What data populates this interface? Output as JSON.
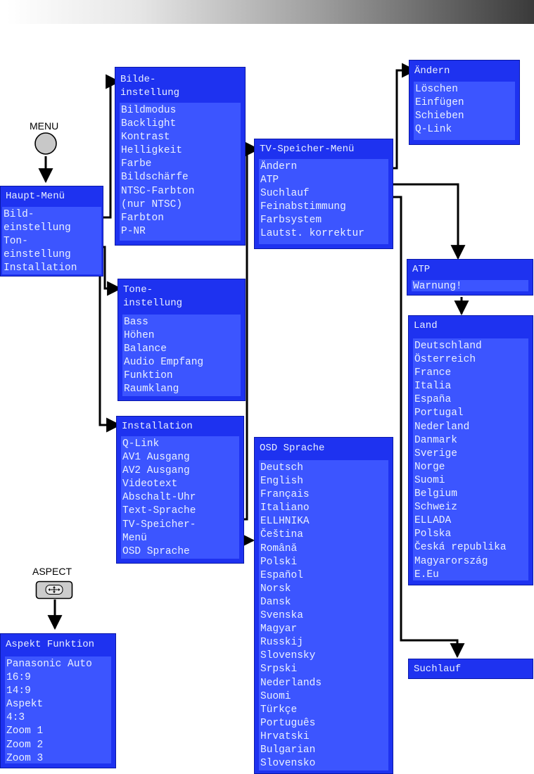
{
  "buttons": {
    "menu_label": "MENU",
    "aspect_label": "ASPECT"
  },
  "haupt": {
    "title": "Haupt-Menü",
    "items": [
      "Bild-",
      "einstellung",
      "Ton-",
      "einstellung",
      "Installation"
    ]
  },
  "bild": {
    "title": "Bilde-\ninstellung",
    "items": [
      "Bildmodus",
      "Backlight",
      "Kontrast",
      "Helligkeit",
      "Farbe",
      "Bildschärfe",
      "NTSC-Farbton",
      "(nur NTSC)",
      "Farbton",
      "P-NR"
    ]
  },
  "ton": {
    "title": "Tone-\ninstellung",
    "items": [
      "Bass",
      "Höhen",
      "Balance",
      "Audio Empfang",
      "Funktion",
      "Raumklang"
    ]
  },
  "installation": {
    "title": "Installation",
    "items": [
      "Q-Link",
      "AV1 Ausgang",
      "AV2 Ausgang",
      "Videotext",
      "Abschalt-Uhr",
      "Text-Sprache",
      "TV-Speicher-",
      "Menü",
      "OSD Sprache"
    ]
  },
  "aspekt": {
    "title": "Aspekt Funktion",
    "items": [
      "Panasonic Auto",
      "16:9",
      "14:9",
      "Aspekt",
      "4:3",
      "Zoom 1",
      "Zoom 2",
      "Zoom 3"
    ]
  },
  "tvspeicher": {
    "title": "TV-Speicher-Menü",
    "items": [
      "Ändern",
      "ATP",
      "Suchlauf",
      "Feinabstimmung",
      "Farbsystem",
      "Lautst. korrektur"
    ]
  },
  "andern": {
    "title": "Ändern",
    "items": [
      "Löschen",
      "Einfügen",
      "Schieben",
      "Q-Link"
    ]
  },
  "atp": {
    "title": "ATP",
    "items": [
      "Warnung!"
    ]
  },
  "land": {
    "title": "Land",
    "items": [
      "Deutschland",
      "Österreich",
      "France",
      "Italia",
      "España",
      "Portugal",
      "Nederland",
      "Danmark",
      "Sverige",
      "Norge",
      "Suomi",
      "Belgium",
      "Schweiz",
      "ELLADA",
      "Polska",
      "Česká republika",
      "Magyarország",
      "E.Eu"
    ]
  },
  "osd": {
    "title": "OSD Sprache",
    "items": [
      "Deutsch",
      "English",
      "Français",
      "Italiano",
      "ELLHNIKA",
      "Čeština",
      "Română",
      "Polski",
      "Español",
      "Norsk",
      "Dansk",
      "Svenska",
      "Magyar",
      "Russkij",
      "Slovensky",
      "Srpski",
      "Nederlands",
      "Suomi",
      "Türkçe",
      "Português",
      "Hrvatski",
      "Bulgarian",
      "Slovensko"
    ]
  },
  "suchlauf": {
    "title": "Suchlauf"
  }
}
